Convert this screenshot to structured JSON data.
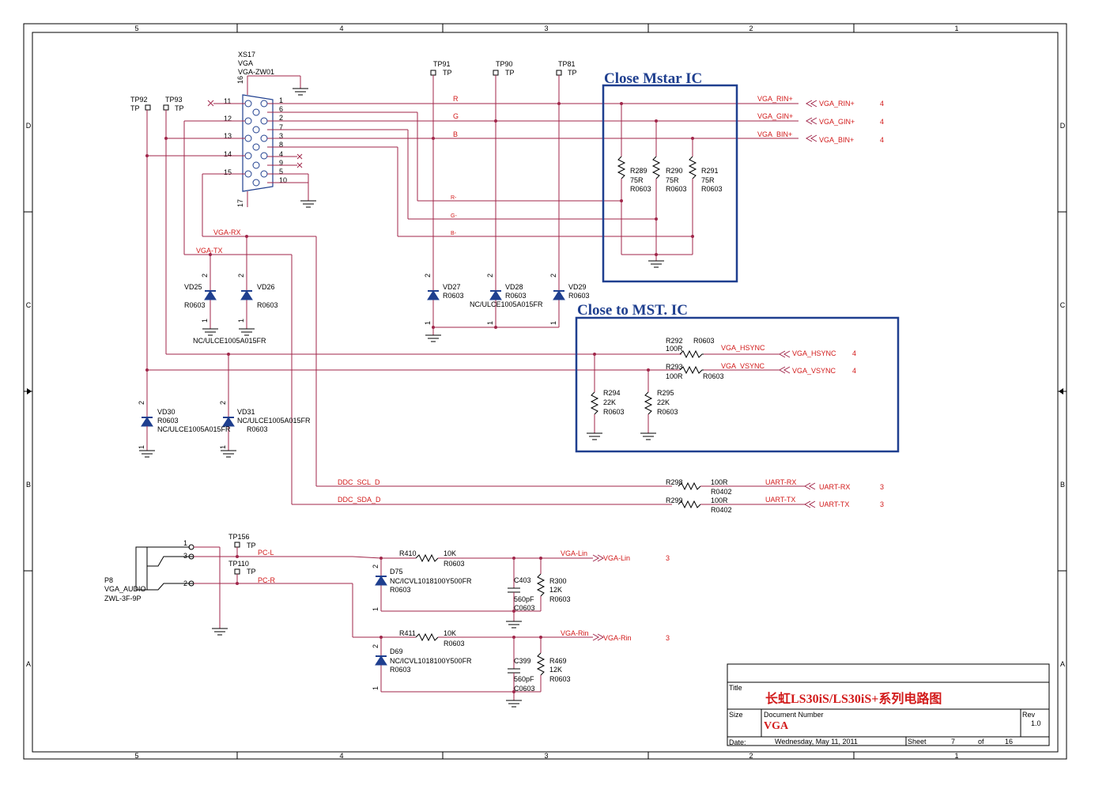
{
  "border": {
    "columns": [
      "5",
      "4",
      "3",
      "2",
      "1"
    ],
    "rows": [
      "D",
      "C",
      "B",
      "A"
    ]
  },
  "connector": {
    "ref": "XS17",
    "name": "VGA",
    "part": "VGA-ZW01",
    "pin16": "16",
    "pin17": "17",
    "left_pins": [
      "11",
      "12",
      "13",
      "14",
      "15"
    ],
    "right_pins": [
      "1",
      "6",
      "2",
      "7",
      "3",
      "8",
      "4",
      "9",
      "5",
      "10"
    ]
  },
  "testpoints": [
    {
      "id": "tp92",
      "ref": "TP92",
      "val": "TP"
    },
    {
      "id": "tp93",
      "ref": "TP93",
      "val": "TP"
    },
    {
      "id": "tp91",
      "ref": "TP91",
      "val": "TP"
    },
    {
      "id": "tp90",
      "ref": "TP90",
      "val": "TP"
    },
    {
      "id": "tp81",
      "ref": "TP81",
      "val": "TP"
    },
    {
      "id": "tp156",
      "ref": "TP156",
      "val": "TP"
    },
    {
      "id": "tp110",
      "ref": "TP110",
      "val": "TP"
    }
  ],
  "boxes": {
    "mstar": "Close Mstar IC",
    "mst": "Close to MST. IC"
  },
  "nets": {
    "r": "R",
    "g": "G",
    "b": "B",
    "rm": "R-",
    "gm": "G-",
    "bm": "B-",
    "vga_rx": "VGA-RX",
    "vga_tx": "VGA-TX",
    "ddc_scl": "DDC_SCL_D",
    "ddc_sda": "DDC_SDA_D",
    "pc_l": "PC-L",
    "pc_r": "PC-R",
    "rin": "VGA_RIN+",
    "gin": "VGA_GIN+",
    "bin": "VGA_BIN+",
    "hsync": "VGA_HSYNC",
    "vsync": "VGA_VSYNC",
    "uart_rx": "UART-RX",
    "uart_tx": "UART-TX",
    "vga_lin": "VGA-Lin",
    "vga_rin": "VGA-Rin"
  },
  "ports": [
    {
      "id": "rin",
      "label": "VGA_RIN+",
      "sheet": "4"
    },
    {
      "id": "gin",
      "label": "VGA_GIN+",
      "sheet": "4"
    },
    {
      "id": "bin",
      "label": "VGA_BIN+",
      "sheet": "4"
    },
    {
      "id": "hs",
      "label": "VGA_HSYNC",
      "sheet": "4"
    },
    {
      "id": "vs",
      "label": "VGA_VSYNC",
      "sheet": "4"
    },
    {
      "id": "urx",
      "label": "UART-RX",
      "sheet": "3"
    },
    {
      "id": "utx",
      "label": "UART-TX",
      "sheet": "3"
    },
    {
      "id": "lin",
      "label": "VGA-Lin",
      "sheet": "3"
    },
    {
      "id": "rinA",
      "label": "VGA-Rin",
      "sheet": "3"
    }
  ],
  "resistors": [
    {
      "id": "r289",
      "ref": "R289",
      "val": "75R",
      "pkg": "R0603"
    },
    {
      "id": "r290",
      "ref": "R290",
      "val": "75R",
      "pkg": "R0603"
    },
    {
      "id": "r291",
      "ref": "R291",
      "val": "75R",
      "pkg": "R0603"
    },
    {
      "id": "r292",
      "ref": "R292",
      "val": "100R",
      "pkg": "R0603"
    },
    {
      "id": "r293",
      "ref": "R293",
      "val": "100R",
      "pkg": "R0603"
    },
    {
      "id": "r294",
      "ref": "R294",
      "val": "22K",
      "pkg": "R0603"
    },
    {
      "id": "r295",
      "ref": "R295",
      "val": "22K",
      "pkg": "R0603"
    },
    {
      "id": "r298",
      "ref": "R298",
      "val": "100R",
      "pkg": "R0402"
    },
    {
      "id": "r299",
      "ref": "R299",
      "val": "100R",
      "pkg": "R0402"
    },
    {
      "id": "r410",
      "ref": "R410",
      "val": "10K",
      "pkg": "R0603"
    },
    {
      "id": "r411",
      "ref": "R411",
      "val": "10K",
      "pkg": "R0603"
    },
    {
      "id": "r300",
      "ref": "R300",
      "val": "12K",
      "pkg": "R0603"
    },
    {
      "id": "r469",
      "ref": "R469",
      "val": "12K",
      "pkg": "R0603"
    }
  ],
  "diodes": [
    {
      "id": "vd25",
      "ref": "VD25",
      "pkg": "R0603"
    },
    {
      "id": "vd26",
      "ref": "VD26",
      "pkg": "R0603"
    },
    {
      "id": "vd27",
      "ref": "VD27",
      "pkg": "R0603"
    },
    {
      "id": "vd28",
      "ref": "VD28",
      "pkg": "R0603"
    },
    {
      "id": "vd29",
      "ref": "VD29",
      "pkg": "R0603"
    },
    {
      "id": "vd30",
      "ref": "VD30",
      "pkg": "R0603"
    },
    {
      "id": "vd31",
      "ref": "VD31",
      "pkg": "R0603"
    },
    {
      "id": "d75",
      "ref": "D75",
      "pkg": "R0603"
    },
    {
      "id": "d69",
      "ref": "D69",
      "pkg": "R0603"
    }
  ],
  "part_notes": {
    "vd2526": "NC/ULCE1005A015FR",
    "vd2729": "NC/ULCE1005A015FR",
    "vd30": "NC/ULCE1005A015FR",
    "vd31": "NC/ULCE1005A015FR",
    "d75": "NC/ICVL1018100Y500FR",
    "d69": "NC/ICVL1018100Y500FR"
  },
  "capacitors": [
    {
      "id": "c403",
      "ref": "C403",
      "val": "560pF",
      "pkg": "C0603"
    },
    {
      "id": "c399",
      "ref": "C399",
      "val": "560pF",
      "pkg": "C0603"
    }
  ],
  "audio_jack": {
    "ref": "P8",
    "name": "VGA_AUDIO",
    "part": "ZWL-3F-9P",
    "pins": [
      "1",
      "3",
      "2"
    ]
  },
  "title_block": {
    "title_label": "Title",
    "title": "长虹LS30iS/LS30iS+系列电路图",
    "size_label": "Size",
    "docnum_label": "Document Number",
    "docnum": "VGA",
    "rev_label": "Rev",
    "rev": "1.0",
    "date_label": "Date:",
    "date": "Wednesday, May 11, 2011",
    "sheet_label": "Sheet",
    "sheet": "7",
    "of_label": "of",
    "total": "16"
  },
  "pin_nums": {
    "one": "1",
    "two": "2"
  }
}
